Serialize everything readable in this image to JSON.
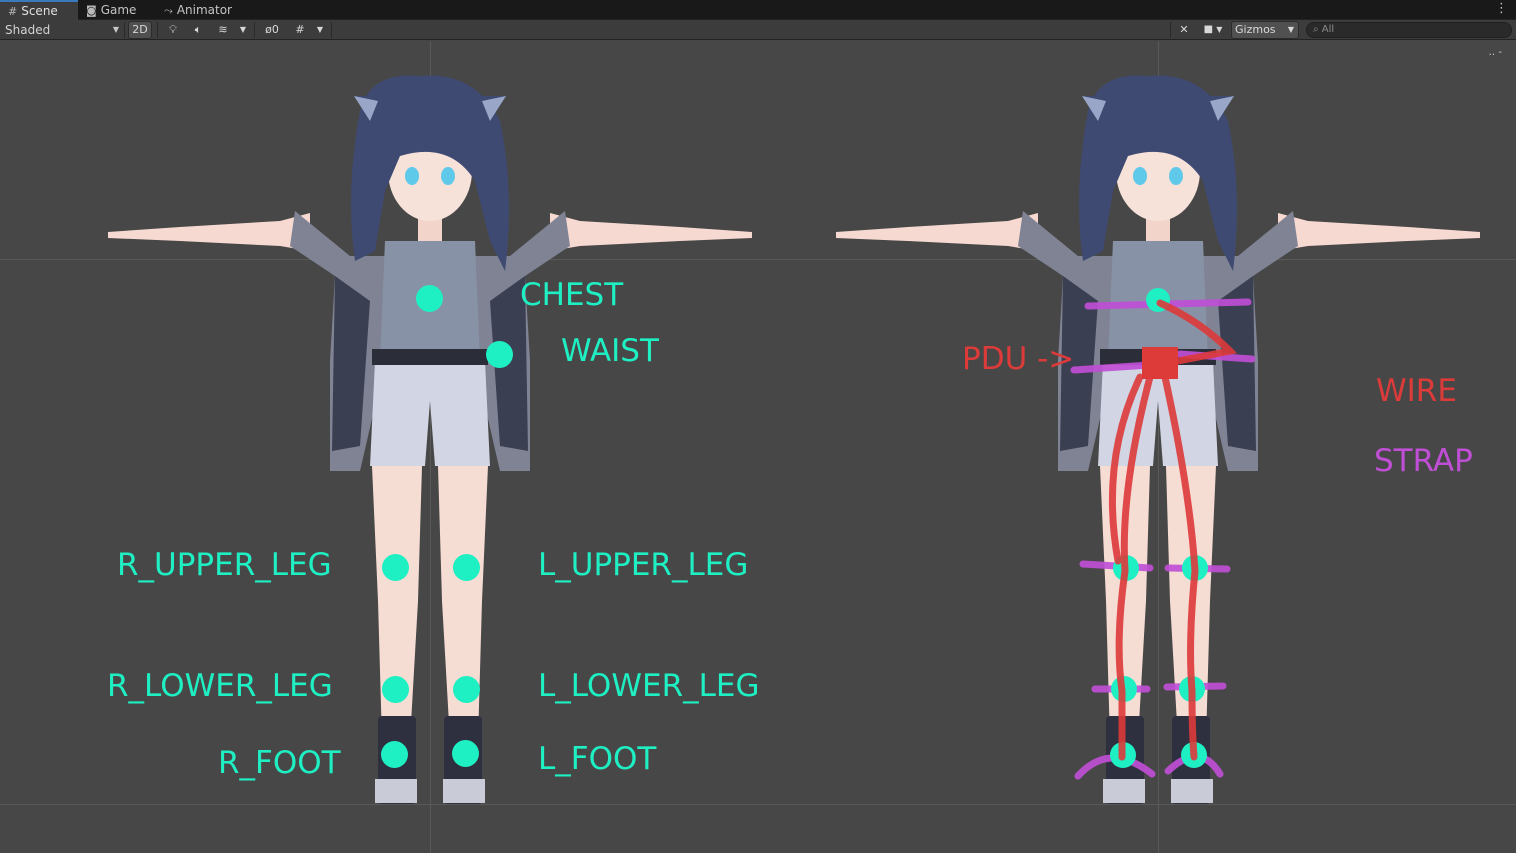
{
  "tabs": [
    {
      "label": "Scene",
      "icon": "grid-icon",
      "active": true
    },
    {
      "label": "Game",
      "icon": "gamepad-icon",
      "active": false
    },
    {
      "label": "Animator",
      "icon": "animator-icon",
      "active": false
    }
  ],
  "toolbar": {
    "shading_mode": "Shaded",
    "mode_2d_label": "2D",
    "hidden_count": "0",
    "gizmos_label": "Gizmos",
    "search_placeholder": "All"
  },
  "left_labels": {
    "chest": "CHEST",
    "waist": "WAIST",
    "r_upper_leg": "R_UPPER_LEG",
    "l_upper_leg": "L_UPPER_LEG",
    "r_lower_leg": "R_LOWER_LEG",
    "l_lower_leg": "L_LOWER_LEG",
    "r_foot": "R_FOOT",
    "l_foot": "L_FOOT"
  },
  "right_labels": {
    "pdu": "PDU ->",
    "wire": "WIRE",
    "strap": "STRAP"
  },
  "colors": {
    "tracker": "#1ef0c4",
    "wire": "#dd3a3a",
    "strap": "#c04fd6",
    "accent": "#3a79bb"
  }
}
